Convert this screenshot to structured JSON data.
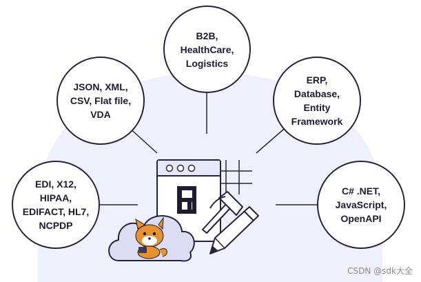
{
  "bubbles": {
    "top": {
      "lines": [
        "B2B,",
        "HealthCare,",
        "Logistics"
      ]
    },
    "top_left": {
      "lines": [
        "JSON, XML,",
        "CSV, Flat file,",
        "VDA"
      ]
    },
    "top_right": {
      "lines": [
        "ERP,",
        "Database,",
        "Entity",
        "Framework"
      ]
    },
    "left": {
      "lines": [
        "EDI, X12,",
        "HIPAA,",
        "EDIFACT, HL7,",
        "NCPDP"
      ]
    },
    "right": {
      "lines": [
        "C# .NET,",
        "JavaScript,",
        "OpenAPI"
      ]
    }
  },
  "watermark": "CSDN @sdk大全",
  "colors": {
    "outline": "#23233d",
    "background_blob": "#eef0fb",
    "cloud_fill": "#dcdcf3",
    "fox_orange": "#e8912f"
  },
  "icons": [
    "window-icon",
    "e-logo-icon",
    "hammer-icon",
    "pencil-icon",
    "cloud-icon",
    "fox-mascot-icon"
  ]
}
